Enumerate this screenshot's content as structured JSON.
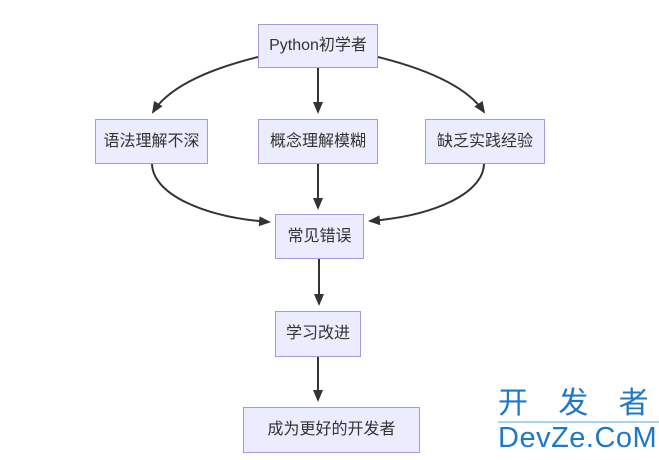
{
  "page": {
    "background": "#ffffff"
  },
  "diagram": {
    "type": "flowchart",
    "direction": "top-down",
    "nodes": [
      {
        "id": "beginner",
        "label": "Python初学者"
      },
      {
        "id": "grammar",
        "label": "语法理解不深"
      },
      {
        "id": "concept",
        "label": "概念理解模糊"
      },
      {
        "id": "practice",
        "label": "缺乏实践经验"
      },
      {
        "id": "errors",
        "label": "常见错误"
      },
      {
        "id": "improve",
        "label": "学习改进"
      },
      {
        "id": "goal",
        "label": "成为更好的开发者"
      }
    ],
    "edges": [
      {
        "from": "Python初学者",
        "to": "语法理解不深"
      },
      {
        "from": "Python初学者",
        "to": "概念理解模糊"
      },
      {
        "from": "Python初学者",
        "to": "缺乏实践经验"
      },
      {
        "from": "语法理解不深",
        "to": "常见错误"
      },
      {
        "from": "概念理解模糊",
        "to": "常见错误"
      },
      {
        "from": "缺乏实践经验",
        "to": "常见错误"
      },
      {
        "from": "常见错误",
        "to": "学习改进"
      },
      {
        "from": "学习改进",
        "to": "成为更好的开发者"
      }
    ],
    "colors": {
      "node_fill": "#ECECFF",
      "node_border": "#A998DC",
      "node_text": "#333333",
      "edge_line": "#333333"
    }
  },
  "watermark": {
    "title": "开 发 者",
    "subtitle": "DevZe.CoM",
    "text_color": "#1E78C8",
    "underline_color": "#A9D2EE"
  }
}
